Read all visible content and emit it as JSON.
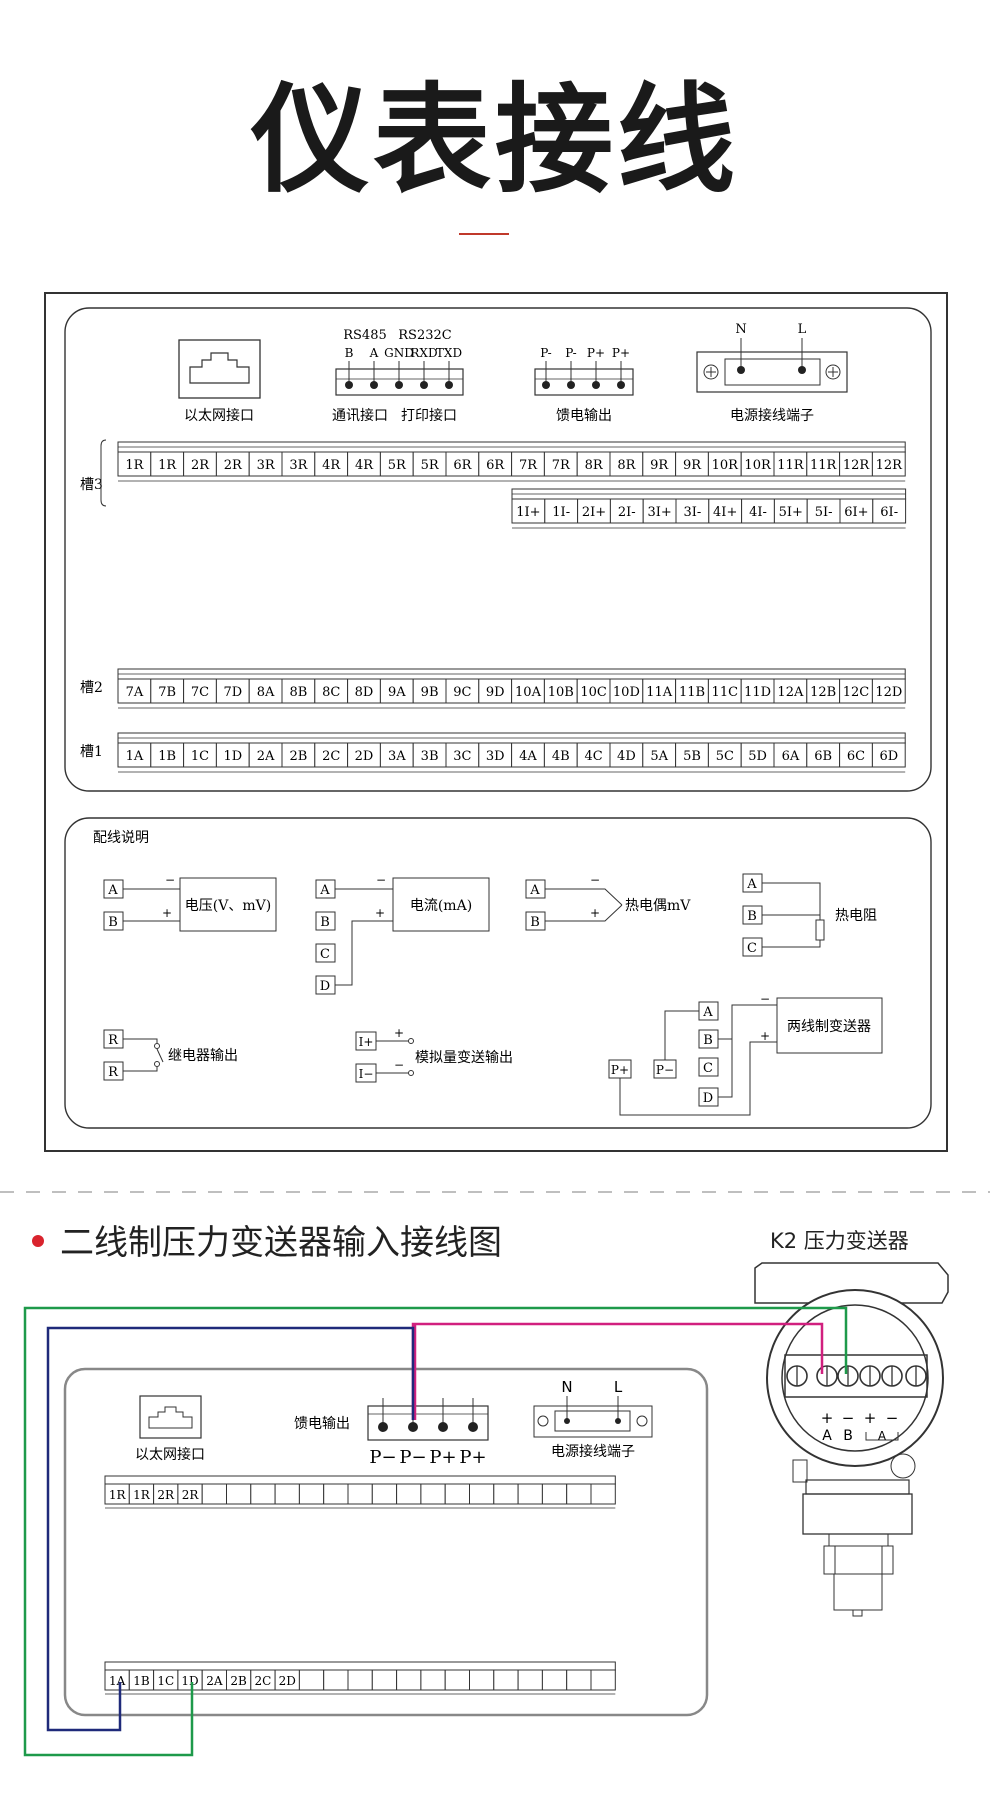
{
  "title": "仪表接线",
  "panel": {
    "ethernet_label": "以太网接口",
    "comm_label": "通讯接口",
    "print_label": "打印接口",
    "rs485": "RS485",
    "rs232c": "RS232C",
    "comm_pins": [
      "B",
      "A",
      "GND",
      "RXD",
      "TXD"
    ],
    "feed_label": "馈电输出",
    "feed_pins": [
      "P-",
      "P-",
      "P+",
      "P+"
    ],
    "power_label": "电源接线端子",
    "power_pins": [
      "N",
      "L"
    ],
    "slot3_label": "槽3",
    "slot2_label": "槽2",
    "slot1_label": "槽1",
    "slot3_row1": [
      "1R",
      "1R",
      "2R",
      "2R",
      "3R",
      "3R",
      "4R",
      "4R",
      "5R",
      "5R",
      "6R",
      "6R",
      "7R",
      "7R",
      "8R",
      "8R",
      "9R",
      "9R",
      "10R",
      "10R",
      "11R",
      "11R",
      "12R",
      "12R"
    ],
    "slot3_row2": [
      "1I+",
      "1I-",
      "2I+",
      "2I-",
      "3I+",
      "3I-",
      "4I+",
      "4I-",
      "5I+",
      "5I-",
      "6I+",
      "6I-"
    ],
    "slot2_row": [
      "7A",
      "7B",
      "7C",
      "7D",
      "8A",
      "8B",
      "8C",
      "8D",
      "9A",
      "9B",
      "9C",
      "9D",
      "10A",
      "10B",
      "10C",
      "10D",
      "11A",
      "11B",
      "11C",
      "11D",
      "12A",
      "12B",
      "12C",
      "12D"
    ],
    "slot1_row": [
      "1A",
      "1B",
      "1C",
      "1D",
      "2A",
      "2B",
      "2C",
      "2D",
      "3A",
      "3B",
      "3C",
      "3D",
      "4A",
      "4B",
      "4C",
      "4D",
      "5A",
      "5B",
      "5C",
      "5D",
      "6A",
      "6B",
      "6C",
      "6D"
    ]
  },
  "wiring": {
    "title": "配线说明",
    "voltage": "电压(V、mV)",
    "current": "电流(mA)",
    "thermocouple": "热电偶mV",
    "rtd": "热电阻",
    "relay": "继电器输出",
    "analog": "模拟量变送输出",
    "two_wire": "两线制变送器",
    "minus": "−",
    "plus": "+",
    "A": "A",
    "B": "B",
    "C": "C",
    "D": "D",
    "R": "R",
    "I_plus": "I+",
    "I_minus": "I−",
    "P_plus": "P+",
    "P_minus": "P−"
  },
  "bottom": {
    "heading": "二线制压力变送器输入接线图",
    "transmitter_label": "K2 压力变送器",
    "ethernet_label": "以太网接口",
    "feed_label": "馈电输出",
    "feed_pins": [
      "P−",
      "P−",
      "P+",
      "P+"
    ],
    "power_label": "电源接线端子",
    "power_pins": [
      "N",
      "L"
    ],
    "top_row": [
      "1R",
      "1R",
      "2R",
      "2R"
    ],
    "bottom_row": [
      "1A",
      "1B",
      "1C",
      "1D",
      "2A",
      "2B",
      "2C",
      "2D"
    ],
    "transmitter_pins": [
      "+",
      "−",
      "+",
      "−"
    ],
    "transmitter_pin_labels": [
      "A",
      "B"
    ],
    "transmitter_ammeter": "A",
    "colors": {
      "blue": "#1f2a7a",
      "green": "#1e9a4a",
      "magenta": "#d1207f"
    }
  }
}
